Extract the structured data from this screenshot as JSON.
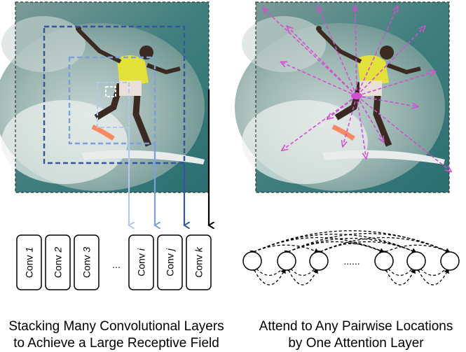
{
  "left_panel": {
    "conv_layers": [
      "Conv 1",
      "Conv 2",
      "Conv 3",
      "Conv i",
      "Conv j",
      "Conv k"
    ],
    "conv_gap_label": "...",
    "caption_line1": "Stacking Many Convolutional Layers",
    "caption_line2": "to Achieve a Large Receptive Field",
    "receptive_field_colors": [
      "#b3c8ec",
      "#7e9fdb",
      "#33569c",
      "#000000"
    ]
  },
  "right_panel": {
    "node_gap_label": "......",
    "caption_line1": "Attend to Any Pairwise Locations",
    "caption_line2": "by One Attention Layer",
    "attention_color": "#d24fd2"
  }
}
